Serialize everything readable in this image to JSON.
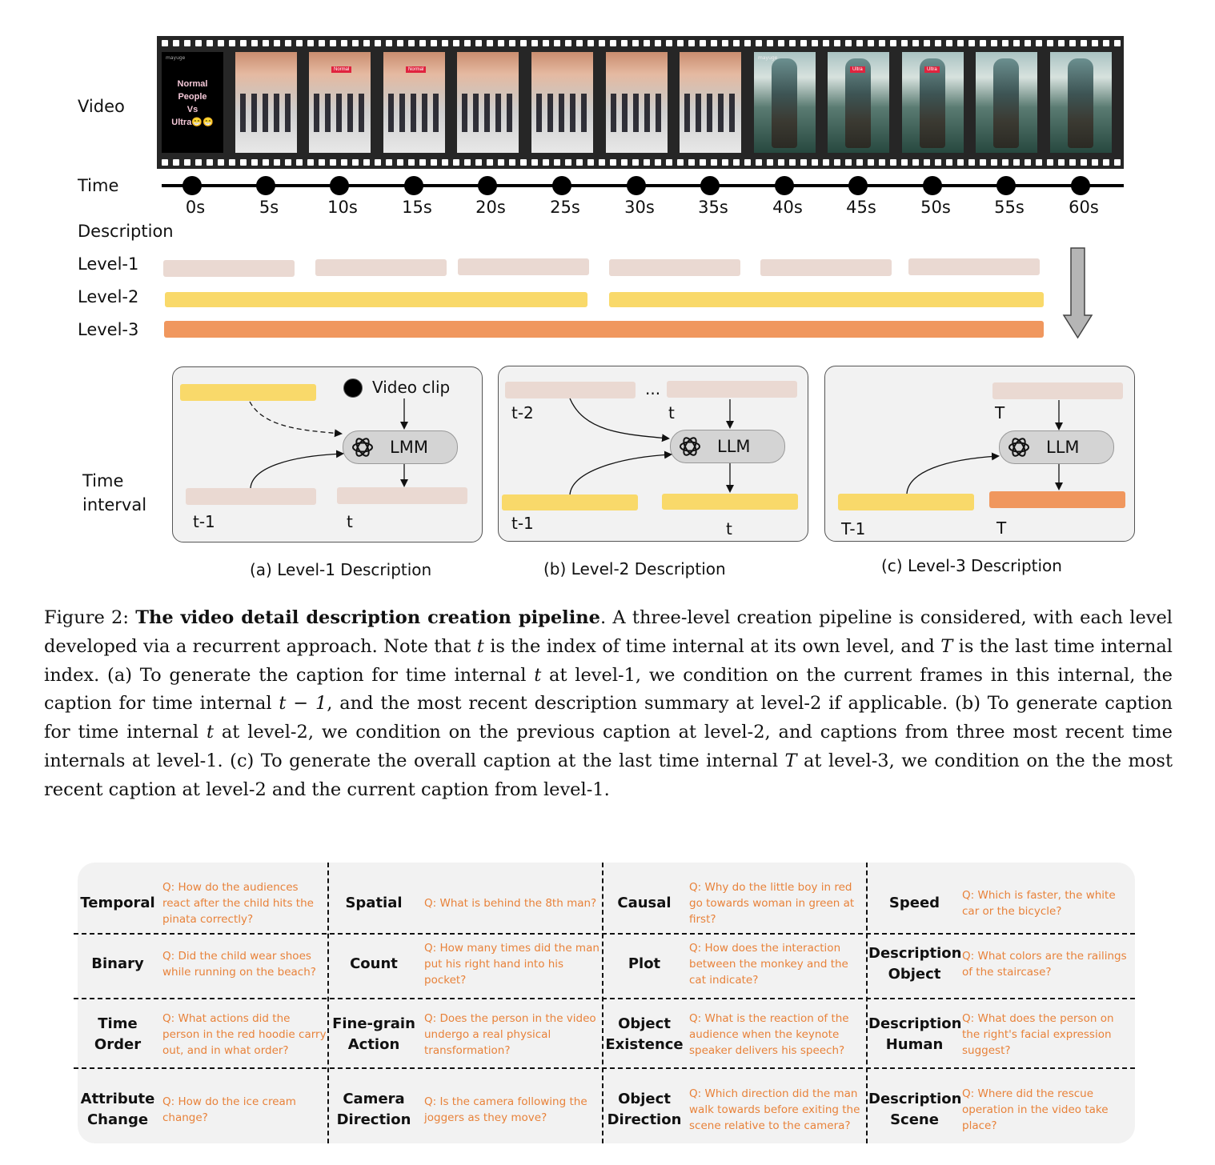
{
  "rows": {
    "video": "Video",
    "time": "Time",
    "description": "Description",
    "level1": "Level-1",
    "level2": "Level-2",
    "level3": "Level-3",
    "time_interval_1": "Time",
    "time_interval_2": "interval"
  },
  "frames": {
    "title_line1": "Normal People",
    "title_line2": "Vs",
    "title_line3": "Ultra😁😁",
    "watermark": "mayuge",
    "tag_normal": "Normal",
    "tag_ultra": "Ultra"
  },
  "time_labels": [
    "0s",
    "5s",
    "10s",
    "15s",
    "20s",
    "25s",
    "30s",
    "35s",
    "40s",
    "45s",
    "50s",
    "55s",
    "60s"
  ],
  "colors": {
    "level1": "#ead9d2",
    "level2": "#f9d96a",
    "level3": "#f0975e",
    "qtext": "#e8823a"
  },
  "panels": {
    "a": {
      "clip_label": "Video clip",
      "model": "LMM",
      "prev": "t-1",
      "cur": "t",
      "caption": "(a) Level-1 Description"
    },
    "b": {
      "prev_top": "t-2",
      "dots": "...",
      "cur_top": "t",
      "model": "LLM",
      "prev": "t-1",
      "cur": "t",
      "caption": "(b) Level-2 Description"
    },
    "c": {
      "top": "T",
      "model": "LLM",
      "prev": "T-1",
      "cur": "T",
      "caption": "(c) Level-3 Description"
    }
  },
  "figure": {
    "label": "Figure 2:",
    "title": "The video detail description creation pipeline",
    "text_1": ". A three-level creation pipeline is considered, with each level developed via a recurrent approach. Note that ",
    "t": "t",
    "text_2": " is the index of time internal at its own level, and ",
    "T": "T",
    "text_3": " is the last time internal index. (a) To generate the caption for time internal ",
    "text_4": " at level-1, we condition on the current frames in this internal, the caption for time internal ",
    "tm1": "t − 1",
    "text_5": ", and the most recent description summary at level-2 if applicable. (b) To generate caption for time internal ",
    "text_6": " at level-2, we condition on the previous caption at level-2, and captions from three most recent time internals at level-1. (c) To generate the overall caption at the last time internal ",
    "text_7": " at level-3, we condition on the the most recent caption at level-2 and the current caption from level-1."
  },
  "qa_table": [
    [
      {
        "category": "Temporal",
        "question": "Q: How do the audiences react after the child hits the pinata correctly?"
      },
      {
        "category": "Spatial",
        "question": "Q: What is behind the 8th man?"
      },
      {
        "category": "Causal",
        "question": "Q: Why do the little boy in red go towards woman in green at first?"
      },
      {
        "category": "Speed",
        "question": "Q: Which is faster, the white car or the bicycle?"
      }
    ],
    [
      {
        "category": "Binary",
        "question": "Q: Did the child wear shoes while running on the beach?"
      },
      {
        "category": "Count",
        "question": "Q: How many times did the man put his right hand into his pocket?"
      },
      {
        "category": "Plot",
        "question": "Q: How does the interaction between the monkey and the cat indicate?"
      },
      {
        "category": "Description Object",
        "question": "Q: What colors are the railings of the staircase?"
      }
    ],
    [
      {
        "category": "Time Order",
        "question": "Q: What actions did the person in the red hoodie carry out, and in what order?"
      },
      {
        "category": "Fine-grain Action",
        "question": "Q: Does the person in the video undergo a real physical transformation?"
      },
      {
        "category": "Object Existence",
        "question": "Q: What is the reaction of the audience when the keynote speaker delivers his speech?"
      },
      {
        "category": "Description Human",
        "question": "Q: What does the person on the right's facial expression suggest?"
      }
    ],
    [
      {
        "category": "Attribute Change",
        "question": "Q: How do the ice cream change?"
      },
      {
        "category": "Camera Direction",
        "question": "Q: Is the camera following the joggers as they move?"
      },
      {
        "category": "Object Direction",
        "question": "Q: Which direction did the man walk towards before exiting the scene relative to the camera?"
      },
      {
        "category": "Description Scene",
        "question": "Q: Where did the rescue operation in the video take place?"
      }
    ]
  ]
}
